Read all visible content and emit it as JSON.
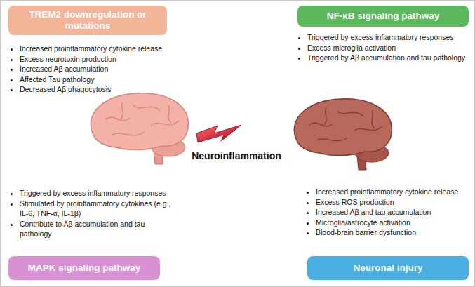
{
  "diagram": {
    "nodes": [
      {
        "text": [
          "TREM2 downregulation or mutations",
          "Increased proinflammatory cytokine release",
          "Excess neurotoxin production",
          "Increased Aβ accumulation",
          "Affected Tau pathology",
          "Decreased Aβ phagocytosis"
        ]
      },
      {
        "text": [
          "NF-κB signaling pathway",
          "Triggered by excess inflammatory responses",
          "Excess microglia activation",
          "Triggered by Aβ accumulation and tau pathology"
        ]
      },
      {
        "text": [
          "MAPK signaling pathway",
          "Triggered by excess inflammatory responses",
          "Stimulated by proinflammatory cytokines (e.g., IL-6, TNF-α, IL-1β)",
          "Contribute to Aβ accumulation and tau pathology"
        ]
      },
      {
        "text": [
          "Neuronal injury",
          "Increased proinflammatory cytokine release",
          "Excess ROS production",
          "Increased Aβ and tau accumulation",
          "Microglia/astrocyte activation",
          "Blood-brain barrier dysfunction"
        ]
      }
    ],
    "labels": [
      "Neuroinflammation"
    ]
  }
}
